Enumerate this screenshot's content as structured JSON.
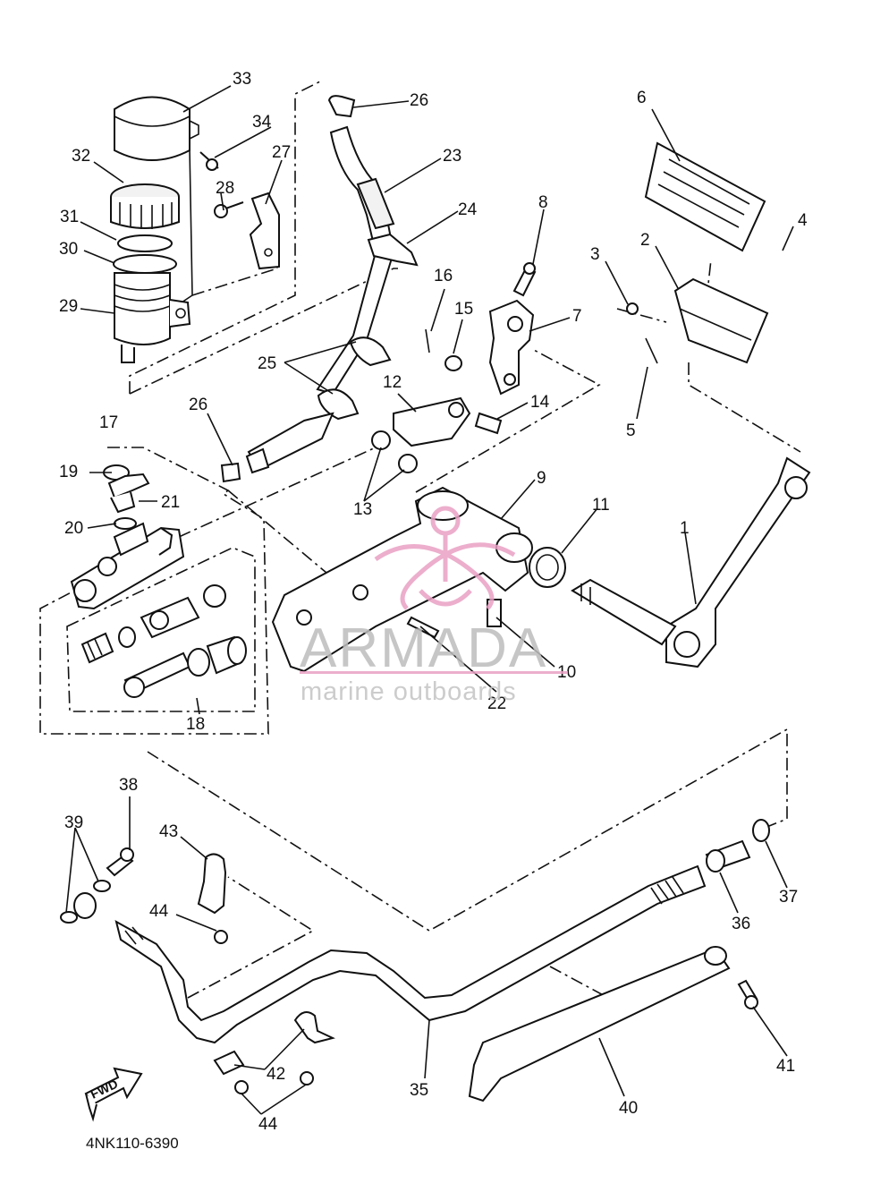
{
  "diagram": {
    "code": "4NK110-6390",
    "fwd_label": "FWD",
    "watermark": {
      "brand": "ARMADA",
      "tagline": "marine outboards"
    },
    "callouts": {
      "c1": "1",
      "c2": "2",
      "c3": "3",
      "c4": "4",
      "c5": "5",
      "c6": "6",
      "c7": "7",
      "c8": "8",
      "c9": "9",
      "c10": "10",
      "c11": "11",
      "c12": "12",
      "c13": "13",
      "c14": "14",
      "c15": "15",
      "c16": "16",
      "c17": "17",
      "c18": "18",
      "c19": "19",
      "c20": "20",
      "c21": "21",
      "c22": "22",
      "c23": "23",
      "c24": "24",
      "c25": "25",
      "c26a": "26",
      "c26b": "26",
      "c27": "27",
      "c28": "28",
      "c29": "29",
      "c30": "30",
      "c31": "31",
      "c32": "32",
      "c33": "33",
      "c34": "34",
      "c35": "35",
      "c36": "36",
      "c37": "37",
      "c38": "38",
      "c39": "39",
      "c40": "40",
      "c41": "41",
      "c42": "42",
      "c43": "43",
      "c44a": "44",
      "c44b": "44"
    }
  }
}
